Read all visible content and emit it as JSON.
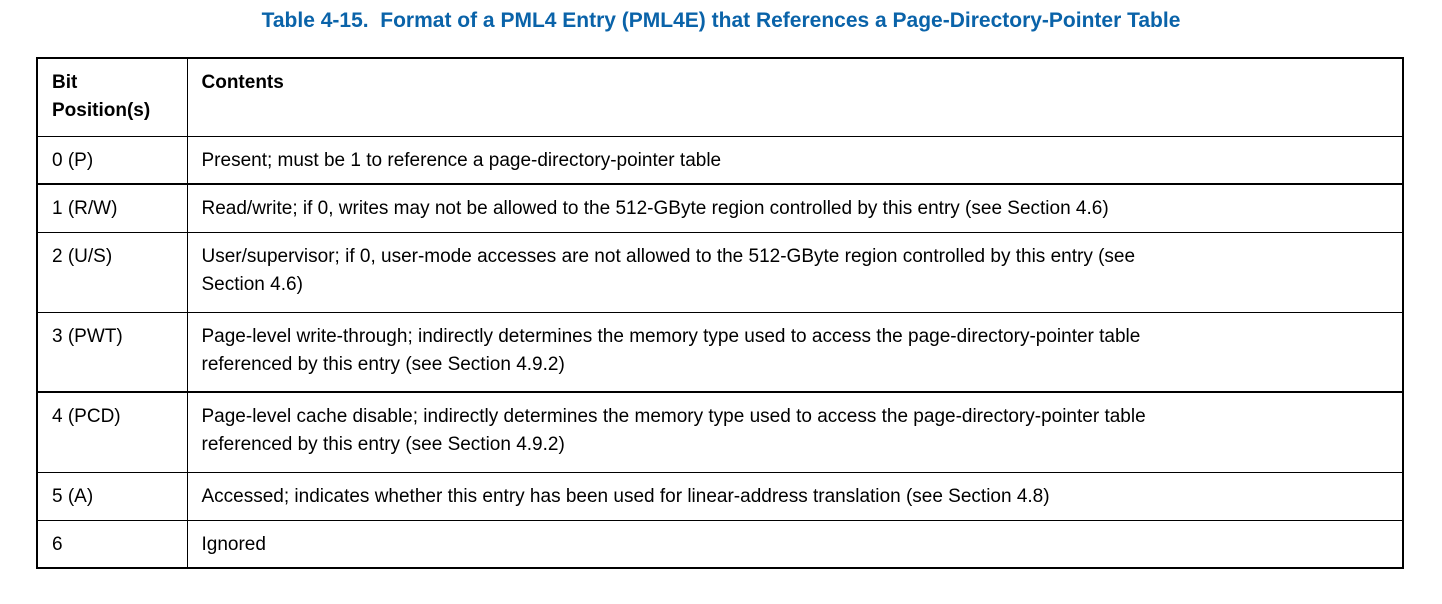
{
  "page": {
    "title": "Table 4-15.  Format of a PML4 Entry (PML4E) that References a Page-Directory-Pointer Table",
    "colors": {
      "title_blue": "#0A63A9",
      "table_border": "#000000",
      "text": "#000000",
      "background": "#FFFFFF"
    }
  },
  "table": {
    "col_headers": {
      "bits": "Bit\nPosition(s)",
      "contents": "Contents"
    },
    "rows": [
      {
        "bits": "0 (P)",
        "contents": "Present; must be 1 to reference a page-directory-pointer table"
      },
      {
        "bits": "1 (R/W)",
        "contents": "Read/write; if 0, writes may not be allowed to the 512-GByte region controlled by this entry (see Section 4.6)"
      },
      {
        "bits": "2 (U/S)",
        "contents": "User/supervisor; if 0, user-mode accesses are not allowed to the 512-GByte region controlled by this entry (see\nSection 4.6)"
      },
      {
        "bits": "3 (PWT)",
        "contents": "Page-level write-through; indirectly determines the memory type used to access the page-directory-pointer table\nreferenced by this entry (see Section 4.9.2)"
      },
      {
        "bits": "4 (PCD)",
        "contents": "Page-level cache disable; indirectly determines the memory type used to access the page-directory-pointer table\nreferenced by this entry (see Section 4.9.2)"
      },
      {
        "bits": "5 (A)",
        "contents": "Accessed; indicates whether this entry has been used for linear-address translation (see Section 4.8)"
      },
      {
        "bits": "6",
        "contents": "Ignored"
      }
    ]
  }
}
